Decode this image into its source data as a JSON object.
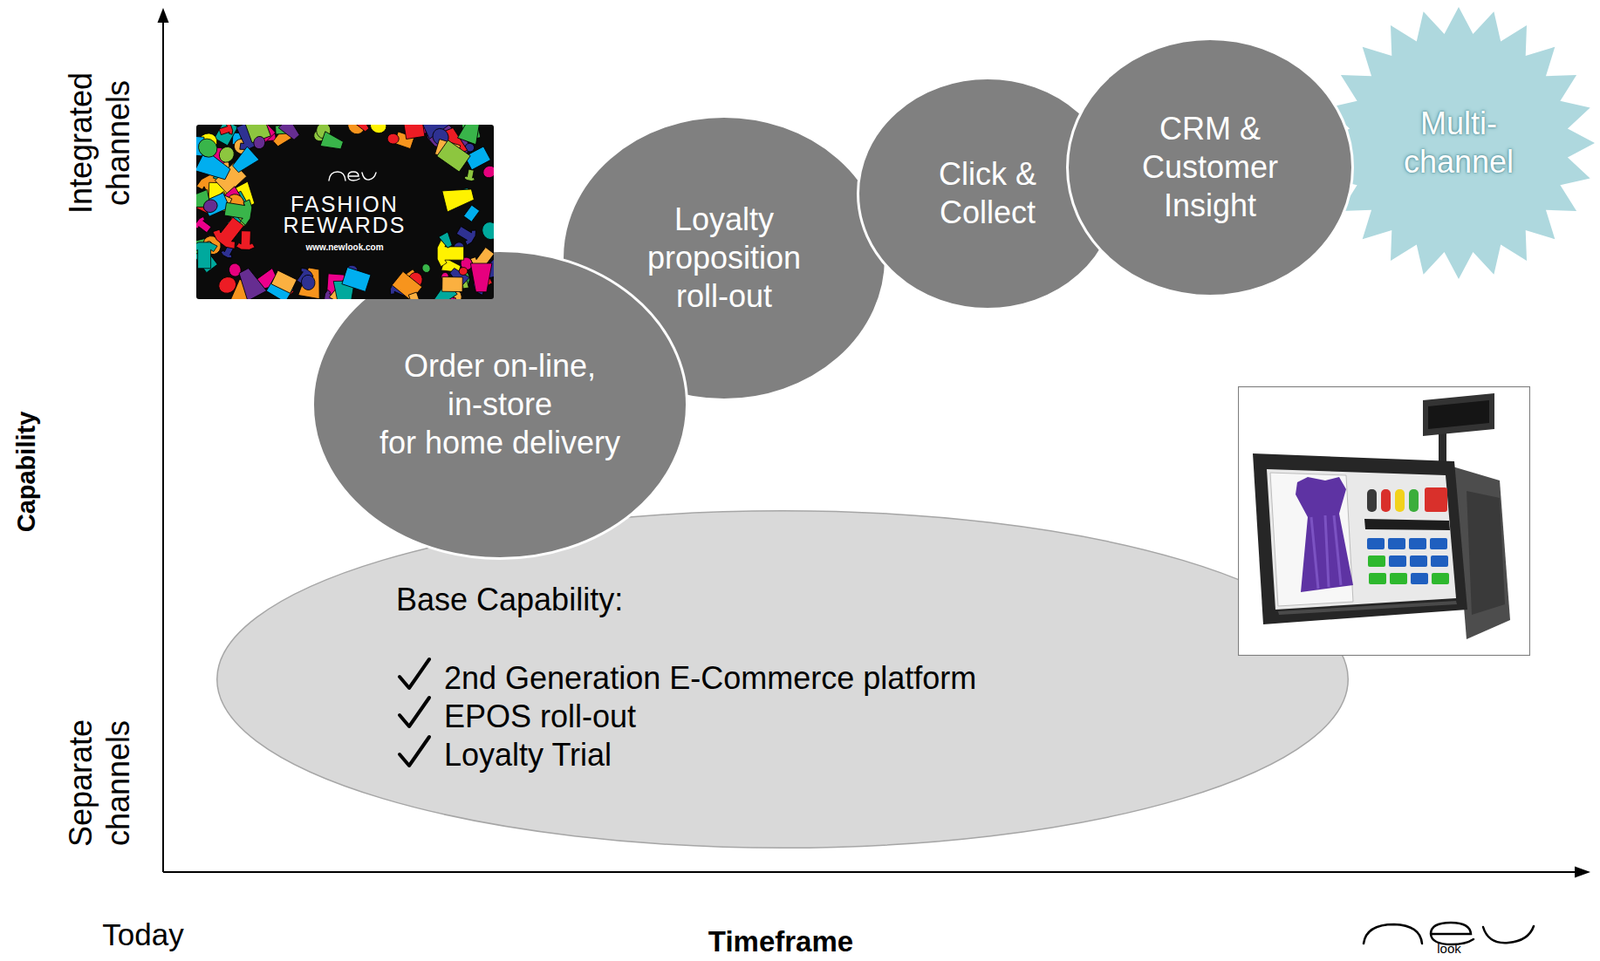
{
  "diagram": {
    "nodes": [
      {
        "text": [
          "Base Capability:",
          "2nd Generation E-Commerce platform",
          "EPOS roll-out",
          "Loyalty Trial"
        ]
      },
      {
        "text": [
          "Order on-line, in-store for home delivery"
        ]
      },
      {
        "text": [
          "Loyalty proposition roll-out"
        ]
      },
      {
        "text": [
          "Click & Collect"
        ]
      },
      {
        "text": [
          "CRM & Customer Insight"
        ]
      },
      {
        "text": [
          "Multi- channel"
        ]
      }
    ],
    "labels": [
      "Integrated channels",
      "Separate channels",
      "Capability",
      "Today",
      "Timeframe",
      "FASHION REWARDS",
      "www.newlook.com",
      "look"
    ]
  }
}
